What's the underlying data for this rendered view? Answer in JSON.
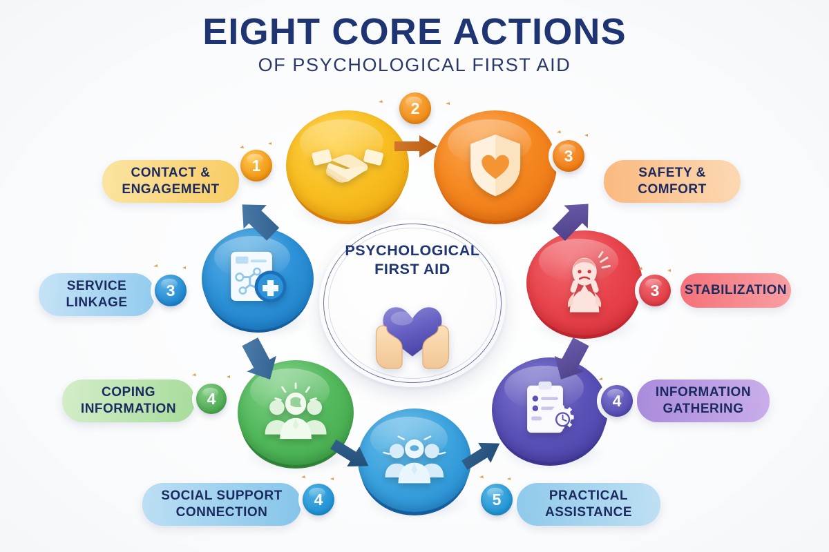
{
  "header": {
    "title": "EIGHT CORE ACTIONS",
    "subtitle": "OF PSYCHOLOGICAL FIRST AID"
  },
  "center": {
    "line1": "PSYCHOLOGICAL",
    "line2": "FIRST AID",
    "icon": "hands-holding-heart-icon",
    "emoji": "🫶"
  },
  "colors": {
    "title": "#1f3473",
    "label_text": "#1b2a5e",
    "contact": "#F5B521",
    "safety": "#F5871F",
    "stabilization": "#E8444C",
    "information": "#5B52B8",
    "practical": "#2E9BD6",
    "social": "#1E80CB",
    "coping": "#4CAF50",
    "service": "#1F88D6",
    "arrow_blue": "#3C6E9F",
    "arrow_purple": "#5A4C99",
    "arrow_orange": "#C96A1E",
    "arrow_navy": "#2B5C8A"
  },
  "steps": [
    {
      "id": "contact-engagement",
      "number": "1",
      "label_line1": "CONTACT &",
      "label_line2": "ENGAGEMENT",
      "icon": "handshake-icon",
      "color": "#F5B521",
      "badge_color": "#F4A81D",
      "pill_color": "#F9D77A"
    },
    {
      "id": "safety-comfort",
      "number": "3",
      "label_line1": "SAFETY &",
      "label_line2": "COMFORT",
      "icon": "shield-heart-icon",
      "color": "#F5871F",
      "badge_color": "#F4801B",
      "pill_color": "#FBCB9E"
    },
    {
      "id": "stabilization",
      "number": "3",
      "label_line1": "STABILIZATION",
      "label_line2": "",
      "icon": "person-distress-icon",
      "color": "#E8444C",
      "badge_color": "#E23B43",
      "pill_color": "#F4787E"
    },
    {
      "id": "information-gathering",
      "number": "4",
      "label_line1": "INFORMATION",
      "label_line2": "GATHERING",
      "icon": "clipboard-gear-clock-icon",
      "color": "#5B52B8",
      "badge_color": "#5A51B6",
      "pill_color": "#B89BE0"
    },
    {
      "id": "practical-assistance",
      "number": "5",
      "label_line1": "PRACTICAL",
      "label_line2": "ASSISTANCE",
      "icon": "people-group-icon",
      "color": "#2E9BD6",
      "badge_color": "#2192D2",
      "pill_color": "#A5D4EE"
    },
    {
      "id": "social-support-connection",
      "number": "4",
      "label_line1": "SOCIAL SUPPORT",
      "label_line2": "CONNECTION",
      "icon": "people-group-icon",
      "color": "#1E80CB",
      "badge_color": "#1E90D2",
      "pill_color": "#9ED2EF"
    },
    {
      "id": "coping-information",
      "number": "4",
      "label_line1": "COPING",
      "label_line2": "INFORMATION",
      "icon": "people-idea-icon",
      "color": "#4CAF50",
      "badge_color": "#4FAE52",
      "pill_color": "#BFE3B4"
    },
    {
      "id": "service-linkage",
      "number": "3",
      "label_line1": "SERVICE",
      "label_line2": "LINKAGE",
      "icon": "document-plus-icon",
      "color": "#1F88D6",
      "badge_color": "#1B8AD6",
      "pill_color": "#A7D4F0"
    }
  ],
  "floating_badge": {
    "id": "step-marker-top",
    "number": "2"
  }
}
